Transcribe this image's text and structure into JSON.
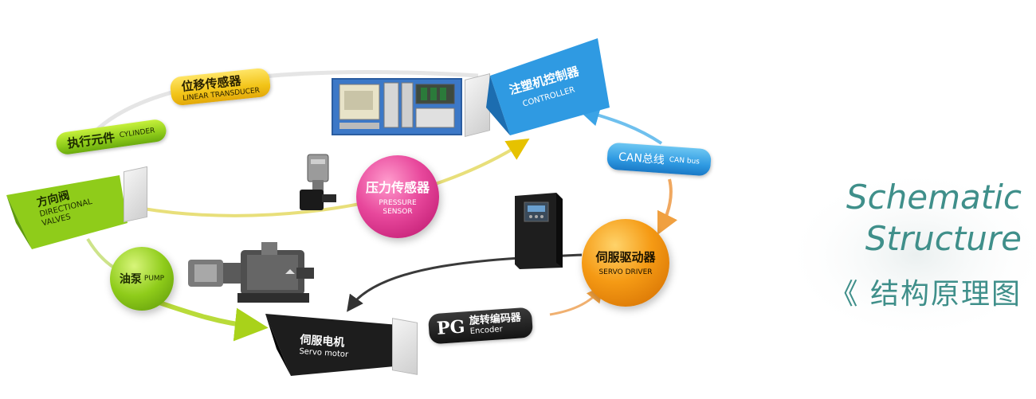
{
  "title": {
    "line1": "Schematic",
    "line2": "Structure",
    "chinese_prefix": "《",
    "chinese": "结构原理图"
  },
  "nodes": {
    "linear_transducer": {
      "cn": "位移传感器",
      "en": "LINEAR TRANSDUCER"
    },
    "cylinder": {
      "cn": "执行元件",
      "en": "CYLINDER"
    },
    "directional_valves": {
      "cn": "方向阀",
      "en_line1": "DIRECTIONAL",
      "en_line2": "VALVES"
    },
    "pressure_sensor": {
      "cn": "压力传感器",
      "en_line1": "PRESSURE",
      "en_line2": "SENSOR"
    },
    "controller": {
      "cn": "注塑机控制器",
      "en": "CONTROLLER"
    },
    "can_bus": {
      "cn": "CAN总线",
      "en": "CAN bus"
    },
    "servo_driver": {
      "cn": "伺服驱动器",
      "en": "SERVO DRIVER"
    },
    "pump": {
      "cn": "油泵",
      "en": "PUMP"
    },
    "servo_motor": {
      "cn": "伺服电机",
      "en": "Servo motor"
    },
    "encoder": {
      "badge": "PG",
      "cn": "旋转编码器",
      "en": "Encoder"
    }
  },
  "colors": {
    "accent_teal": "#3f8f8a",
    "yellow": "#f2c418",
    "green": "#8fcc1a",
    "blue": "#2f9ae2",
    "magenta": "#e0338f",
    "orange": "#f08c10",
    "dark": "#1a1a1a"
  },
  "icons": {
    "title_prefix": "double-chevron-left-icon",
    "controller_image": "control-cabinet-icon",
    "pressure_sensor_image": "pressure-sensor-device-icon",
    "servo_driver_image": "servo-drive-box-icon",
    "motor_pump_image": "servo-motor-pump-icon"
  }
}
